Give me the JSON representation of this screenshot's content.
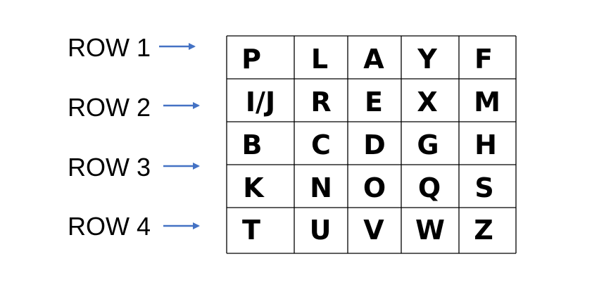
{
  "row_labels": [
    "ROW 1",
    "ROW 2",
    "ROW 3",
    "ROW 4"
  ],
  "arrow_color": "#4472C4",
  "grid": [
    [
      "P",
      "L",
      "A",
      "Y",
      "F"
    ],
    [
      "I/J",
      "R",
      "E",
      "X",
      "M"
    ],
    [
      "B",
      "C",
      "D",
      "G",
      "H"
    ],
    [
      "K",
      "N",
      "O",
      "Q",
      "S"
    ],
    [
      "T",
      "U",
      "V",
      "W",
      "Z"
    ]
  ]
}
